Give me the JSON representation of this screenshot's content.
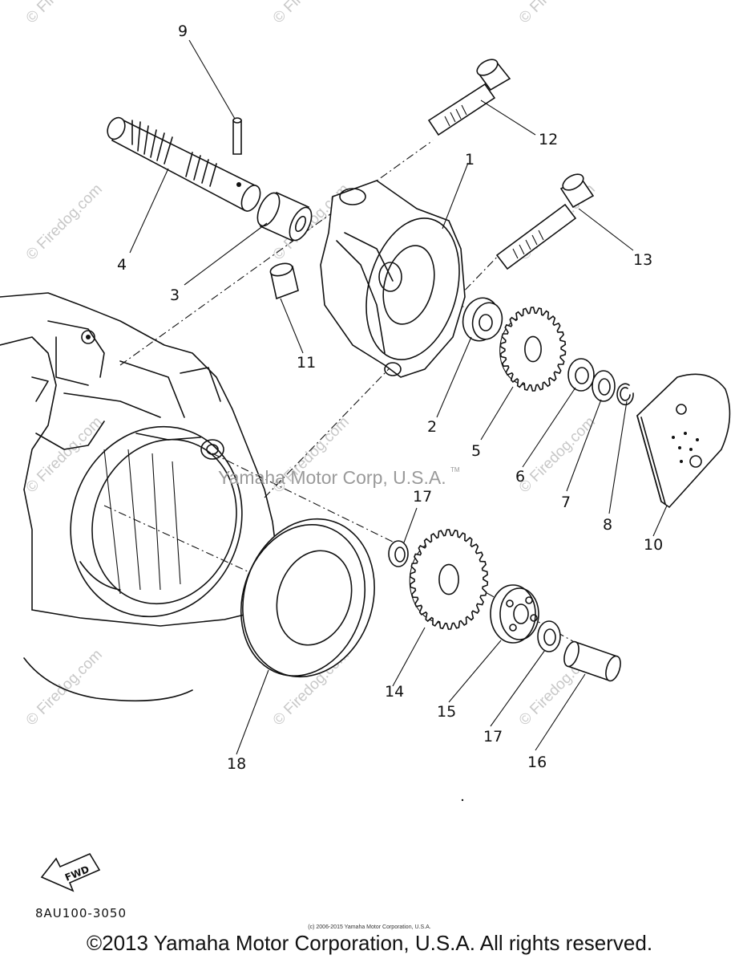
{
  "parts": [
    {
      "label": "1"
    },
    {
      "label": "2"
    },
    {
      "label": "3"
    },
    {
      "label": "4"
    },
    {
      "label": "5"
    },
    {
      "label": "6"
    },
    {
      "label": "7"
    },
    {
      "label": "8"
    },
    {
      "label": "9"
    },
    {
      "label": "10"
    },
    {
      "label": "11"
    },
    {
      "label": "12"
    },
    {
      "label": "13"
    },
    {
      "label": "14"
    },
    {
      "label": "15"
    },
    {
      "label": "16"
    },
    {
      "label": "17"
    },
    {
      "label": "17"
    },
    {
      "label": "18"
    }
  ],
  "fwd_label": "FWD",
  "watermark_text": "© Firedog.com",
  "brand_watermark": "Yamaha Motor Corp, U.S.A.",
  "trademark": "TM",
  "diagram_code": "8AU100-3050",
  "small_copyright": "(c) 2006-2015 Yamaha Motor Corporation, U.S.A.",
  "copyright": "©2013 Yamaha Motor Corporation, U.S.A. All rights reserved."
}
